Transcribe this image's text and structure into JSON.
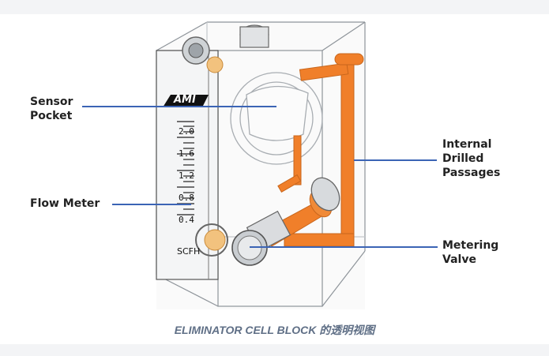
{
  "labels": {
    "sensor_pocket": [
      "Sensor",
      "Pocket"
    ],
    "flow_meter": "Flow Meter",
    "internal_passages": [
      "Internal",
      "Drilled",
      "Passages"
    ],
    "metering_valve": [
      "Metering",
      "Valve"
    ]
  },
  "flowmeter": {
    "brand": "AMI",
    "ticks": [
      "2.0",
      "1.6",
      "1.2",
      "0.8",
      "0.4"
    ],
    "unit": "SCFH"
  },
  "caption": "ELIMINATOR CELL BLOCK 的透明视图",
  "colors": {
    "pipe": "#f07f2a",
    "leader_line": "#3b64b5",
    "outline": "#9aa0a6"
  }
}
